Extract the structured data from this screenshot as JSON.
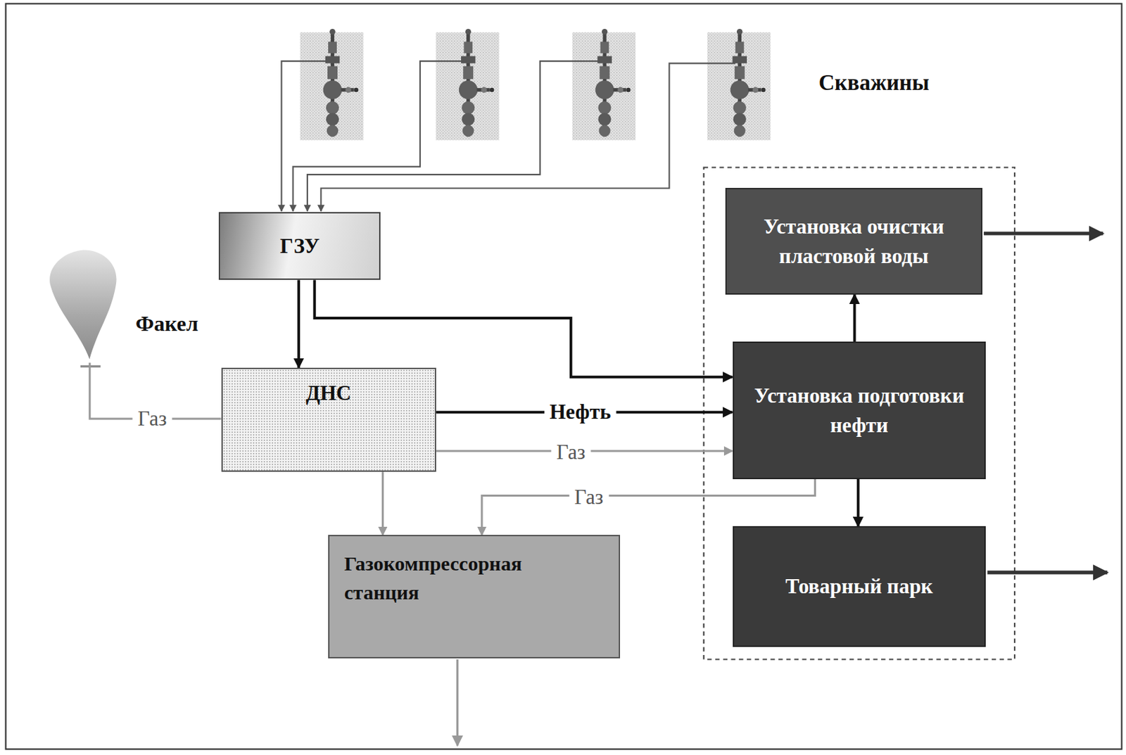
{
  "diagram": {
    "nodes": [
      {
        "text": [
          "ГЗУ"
        ]
      },
      {
        "text": [
          "Факел"
        ]
      },
      {
        "text": [
          "ДНС"
        ]
      },
      {
        "text": [
          "Газокомпрессорная станция"
        ]
      },
      {
        "text": [
          "Установка очистки пластовой воды"
        ]
      },
      {
        "text": [
          "Установка подготовки нефти"
        ]
      },
      {
        "text": [
          "Товарный парк"
        ]
      }
    ],
    "edges": [
      {
        "from": 0,
        "to": 2,
        "arrow": "to"
      },
      {
        "from": 0,
        "to": 5,
        "arrow": "to"
      },
      {
        "from": 2,
        "to": 1,
        "label": "Газ",
        "arrow": "none"
      },
      {
        "from": 2,
        "to": 5,
        "label": "Нефть",
        "arrow": "to"
      },
      {
        "from": 2,
        "to": 5,
        "label": "Газ",
        "arrow": "to"
      },
      {
        "from": 2,
        "to": 3,
        "arrow": "to"
      },
      {
        "from": 5,
        "to": 3,
        "label": "Газ",
        "arrow": "to"
      },
      {
        "from": 5,
        "to": 4,
        "arrow": "to"
      },
      {
        "from": 5,
        "to": 6,
        "arrow": "to"
      }
    ],
    "labels": [
      "Скважины"
    ]
  }
}
